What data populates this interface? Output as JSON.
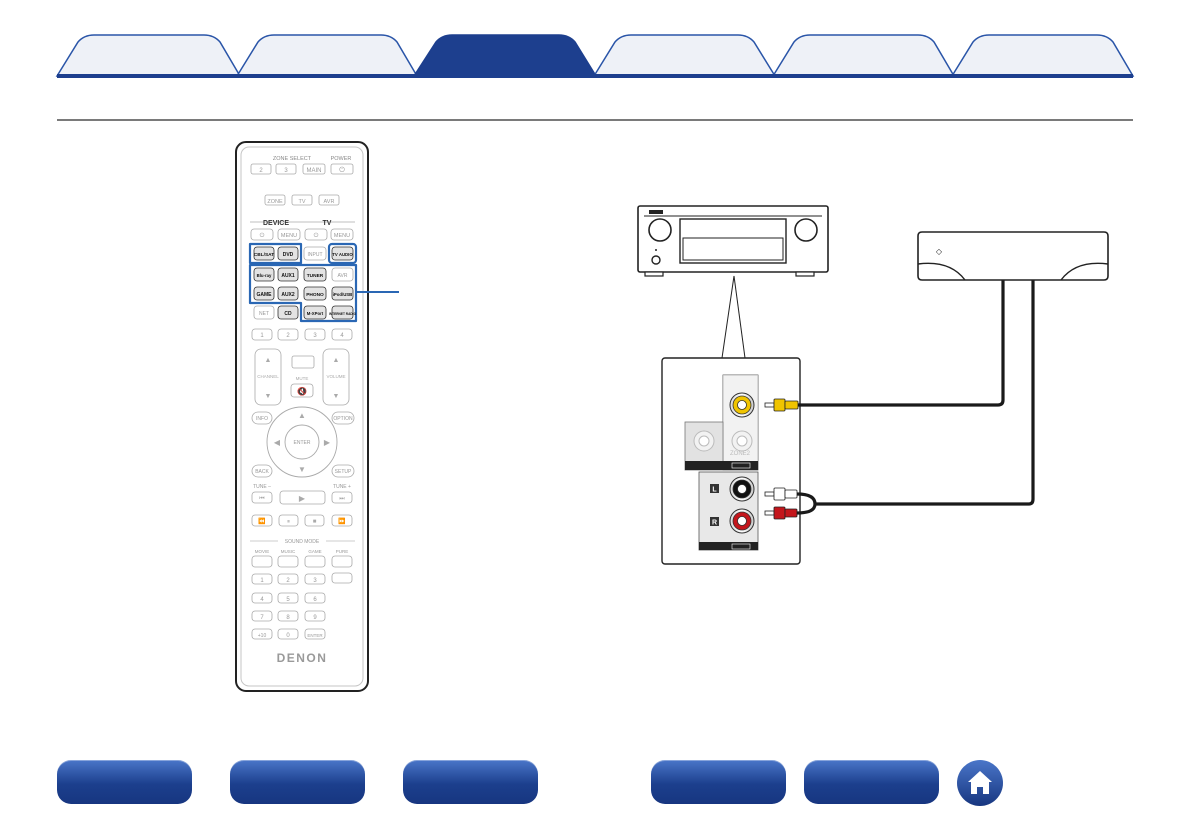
{
  "tabs": [
    {
      "id": "tab-1",
      "label": "",
      "active": false
    },
    {
      "id": "tab-2",
      "label": "",
      "active": false
    },
    {
      "id": "tab-3",
      "label": "",
      "active": true
    },
    {
      "id": "tab-4",
      "label": "",
      "active": false
    },
    {
      "id": "tab-5",
      "label": "",
      "active": false
    },
    {
      "id": "tab-6",
      "label": "",
      "active": false
    }
  ],
  "colors": {
    "tab_fill": "#eef1f7",
    "tab_active": "#1d3f8e",
    "tab_border": "#2a55a8",
    "highlight": "#2a67b4",
    "cable": "#1a1a1a",
    "video_jack": "#f0c400",
    "audio_red": "#c4161c"
  },
  "remote": {
    "brand": "DENON",
    "zone_select_label": "ZONE SELECT",
    "power_label": "POWER",
    "zone_buttons": [
      "2",
      "3",
      "MAIN",
      "⏻"
    ],
    "zone_buttons_row2": [
      "ZONE",
      "TV",
      "AVR"
    ],
    "device_label": "DEVICE",
    "tv_label": "TV",
    "device_row": [
      "⏻",
      "MENU",
      "⏻",
      "MENU"
    ],
    "source_rows": [
      [
        "CBL/SAT",
        "DVD",
        "INPUT",
        "TV AUDIO"
      ],
      [
        "Blu-ray",
        "AUX1",
        "TUNER",
        "AVR"
      ],
      [
        "GAME",
        "AUX2",
        "PHONO",
        "iPod/USB"
      ],
      [
        "NET",
        "CD",
        "M-XPort",
        "INTERNET RADIO"
      ]
    ],
    "number_row": [
      "1",
      "2",
      "3",
      "4"
    ],
    "channel_label": "CHANNEL",
    "volume_label": "VOLUME",
    "mute_label": "MUTE",
    "info_label": "INFO",
    "option_label": "OPTION",
    "enter_label": "ENTER",
    "back_label": "BACK",
    "setup_label": "SETUP",
    "tune_minus_label": "TUNE –",
    "tune_plus_label": "TUNE +",
    "sound_mode_label": "SOUND MODE",
    "sound_mode_row": [
      "MOVIE",
      "MUSIC",
      "GAME",
      "PURE"
    ],
    "keypad": [
      [
        "1",
        "2",
        "3"
      ],
      [
        "4",
        "5",
        "6"
      ],
      [
        "7",
        "8",
        "9"
      ],
      [
        "+10",
        "0",
        "ENTER"
      ]
    ],
    "highlighted_group": [
      "CBL/SAT",
      "DVD",
      "Blu-ray",
      "AUX1",
      "TUNER",
      "GAME",
      "AUX2",
      "PHONO",
      "iPod/USB",
      "CD",
      "M-XPort",
      "INTERNET RADIO",
      "TV AUDIO"
    ]
  },
  "diagram": {
    "zone2_label": "ZONE2",
    "jack_left_label": "L",
    "jack_right_label": "R"
  },
  "bottom_nav": [
    {
      "id": "nav-1",
      "label": ""
    },
    {
      "id": "nav-2",
      "label": ""
    },
    {
      "id": "nav-3",
      "label": ""
    },
    {
      "id": "nav-4",
      "label": ""
    },
    {
      "id": "nav-5",
      "label": ""
    }
  ],
  "home_icon": "home-icon"
}
